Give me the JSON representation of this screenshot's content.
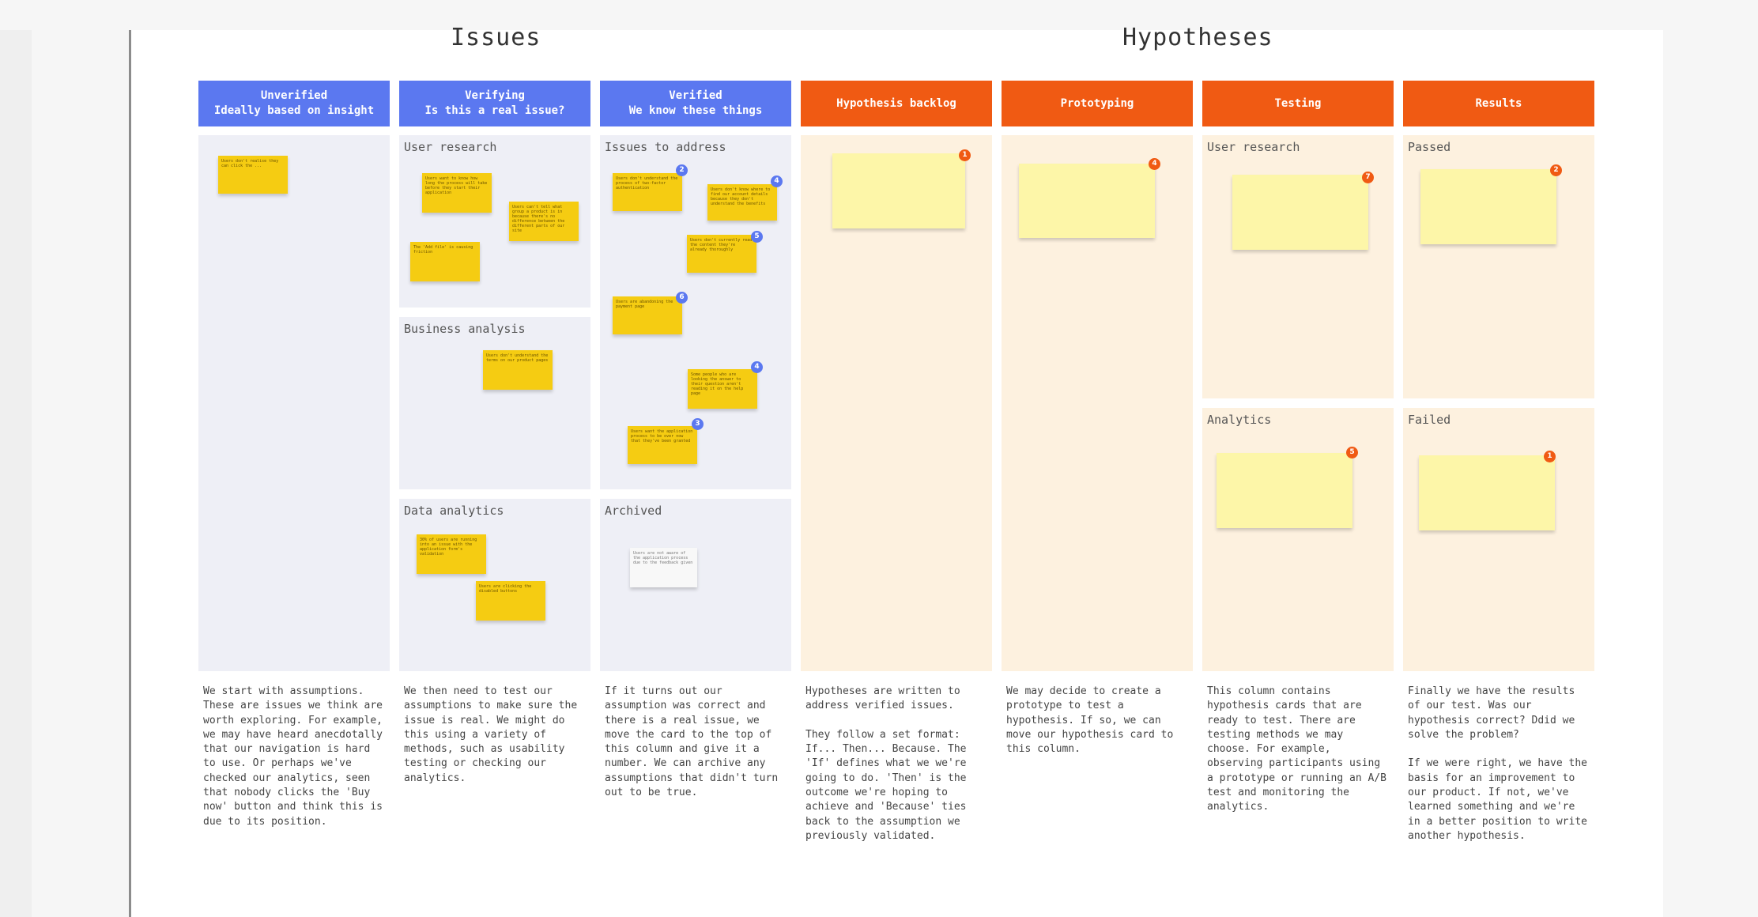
{
  "groups": {
    "issues": "Issues",
    "hypotheses": "Hypotheses"
  },
  "columns": [
    {
      "title": "Unverified",
      "subtitle": "Ideally based on insight",
      "description": "We start with assumptions. These are issues we think are worth exploring. For example, we may have heard anecdotally that our navigation is hard to use. Or perhaps we've checked our analytics, seen that nobody clicks the 'Buy now' button and think this is due to its position."
    },
    {
      "title": "Verifying",
      "subtitle": "Is this a real issue?",
      "sections": [
        "User research",
        "Business analysis",
        "Data analytics"
      ],
      "description": "We then need to test our assumptions to make sure the issue is real. We might do this using a variety of methods, such as usability testing or checking our analytics."
    },
    {
      "title": "Verified",
      "subtitle": "We know these things",
      "sections": [
        "Issues to address",
        "Archived"
      ],
      "description": "If it turns out our assumption was correct and there is a real issue, we move the card to the top of this column and give it a number. We can archive any assumptions that didn't turn out to be true."
    },
    {
      "title": "Hypothesis backlog",
      "subtitle": "",
      "description": "Hypotheses are written to address verified issues.\n\nThey follow a set format: If... Then... Because. The 'If' defines what we we're going to do. 'Then' is the outcome we're hoping to achieve and 'Because' ties back to the assumption we previously validated."
    },
    {
      "title": "Prototyping",
      "subtitle": "",
      "description": "We may decide to create a prototype to test a hypothesis. If so, we can move our hypothesis card to this column."
    },
    {
      "title": "Testing",
      "subtitle": "",
      "sections": [
        "User research",
        "Analytics"
      ],
      "description": "This column contains hypothesis cards that are ready to test. There are testing methods we may choose. For example, observing participants using a prototype or running an A/B test and monitoring the analytics."
    },
    {
      "title": "Results",
      "subtitle": "",
      "sections": [
        "Passed",
        "Failed"
      ],
      "description": "Finally we have the results of our test. Was our hypothesis correct? Ddid we solve the problem?\n\nIf we were right, we have the basis for an improvement to our product. If not, we've learned something and we're in a better position to write another hypothesis."
    }
  ],
  "stickies": {
    "unverified_1": "Users don't realise they can click the ...",
    "ur_1": "Users want to know how long the process will take before they start their application",
    "ur_2": "Users can't tell what group a product is in because there's no difference between the different parts of our site",
    "ur_3": "The 'Add file' is causing friction",
    "ba_1": "Users don't understand the terms on our product pages",
    "da_1": "30% of users are running into an issue with the application form's validation",
    "da_2": "Users are clicking the disabled buttons",
    "ia_1": "Users don't understand the process of two-factor authentication",
    "ia_2": "Users don't know where to find our account details because they don't understand the benefits",
    "ia_3": "Users don't currently read the content they're already thoroughly",
    "ia_4": "Users are abandoning the payment page",
    "ia_5": "Some people who are looking the answer to their question aren't reading it on the help page",
    "ia_6": "Users want the application process to be over now that they've been granted",
    "archived_1": "Users are not aware of the application process due to the feedback given"
  },
  "badges": {
    "ia_1": "2",
    "ia_2": "4",
    "ia_3": "5",
    "ia_4": "6",
    "ia_5": "4",
    "ia_6": "3",
    "hb_1": "1",
    "pr_1": "4",
    "tu_1": "7",
    "ta_1": "5",
    "rp_1": "2",
    "rf_1": "1"
  },
  "colors": {
    "blue": "#5b78f0",
    "orange": "#f05a13",
    "sticky_yellow": "#f5cc12",
    "sticky_pale": "#fdf6a8"
  }
}
